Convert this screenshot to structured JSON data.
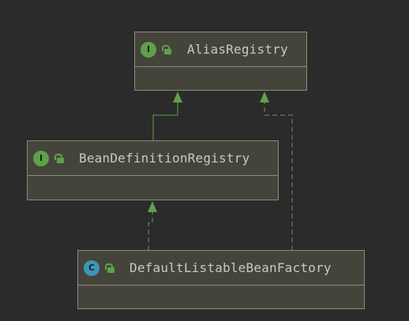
{
  "diagram": {
    "nodes": [
      {
        "id": "alias",
        "kind_letter": "I",
        "kind": "interface",
        "badge_color": "#5fa04a",
        "name": "AliasRegistry"
      },
      {
        "id": "bdr",
        "kind_letter": "I",
        "kind": "interface",
        "badge_color": "#5fa04a",
        "name": "BeanDefinitionRegistry"
      },
      {
        "id": "dlbf",
        "kind_letter": "C",
        "kind": "class",
        "badge_color": "#3e94b8",
        "name": "DefaultListableBeanFactory"
      }
    ],
    "edges": [
      {
        "from": "bdr",
        "to": "alias",
        "relation": "extends",
        "style": "solid"
      },
      {
        "from": "dlbf",
        "to": "bdr",
        "relation": "implements",
        "style": "dashed"
      },
      {
        "from": "dlbf",
        "to": "alias",
        "relation": "implements",
        "style": "dashed"
      }
    ],
    "colors": {
      "background": "#2b2b2b",
      "node_fill": "#45443a",
      "node_border": "#8a8a80",
      "edge": "#5fa04a",
      "text": "#c9c9bf"
    }
  }
}
